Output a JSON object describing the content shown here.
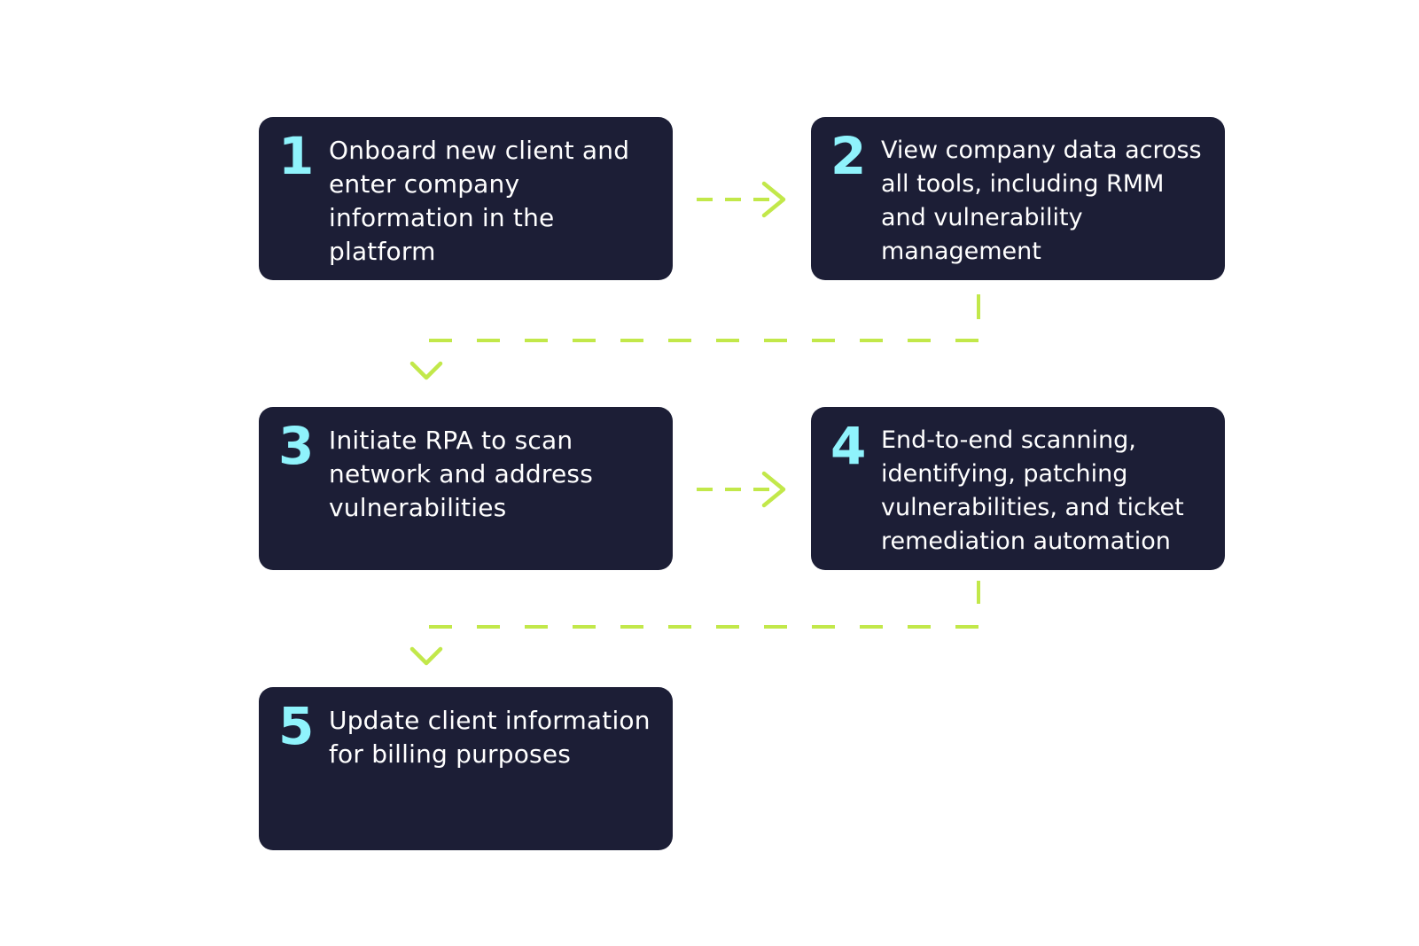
{
  "steps": [
    {
      "number": "1",
      "text": "Onboard new client and enter company information in the platform"
    },
    {
      "number": "2",
      "text": "View company data across all tools, including RMM and vulnerability management"
    },
    {
      "number": "3",
      "text": "Initiate RPA to scan network and address vulnerabilities"
    },
    {
      "number": "4",
      "text": "End-to-end scanning, identifying, patching vulnerabilities, and ticket remediation automation"
    },
    {
      "number": "5",
      "text": "Update client information for billing purposes"
    }
  ],
  "colors": {
    "box_background": "#1c1e36",
    "number_accent": "#8ff3fc",
    "text": "#ffffff",
    "connector": "#c2e84a",
    "page_background": "#ffffff"
  },
  "icons": {
    "connector_right": "chevron-right-icon",
    "connector_down": "chevron-down-icon"
  }
}
